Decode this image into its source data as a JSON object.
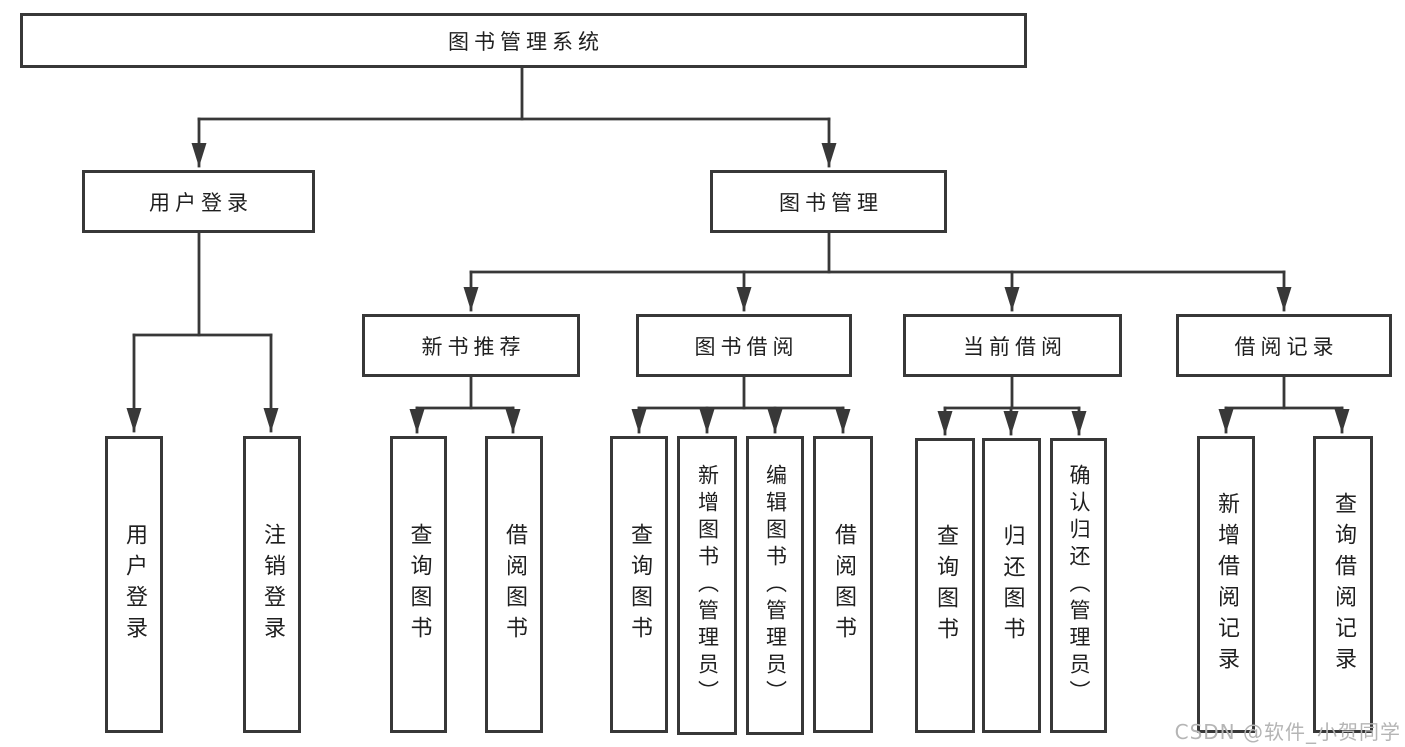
{
  "diagram_type": "hierarchy-tree",
  "colors": {
    "line": "#383838",
    "text": "#1f1f1f",
    "watermark": "#b5b5b5",
    "background": "#ffffff"
  },
  "tree": {
    "root": "图书管理系统",
    "user_login": {
      "label": "用户登录",
      "leaves": [
        "用户登录",
        "注销登录"
      ]
    },
    "book_management": {
      "label": "图书管理",
      "sections": [
        {
          "label": "新书推荐",
          "leaves": [
            "查询图书",
            "借阅图书"
          ]
        },
        {
          "label": "图书借阅",
          "leaves": [
            "查询图书",
            "新增图书（管理员）",
            "编辑图书（管理员）",
            "借阅图书"
          ]
        },
        {
          "label": "当前借阅",
          "leaves": [
            "查询图书",
            "归还图书",
            "确认归还（管理员）"
          ]
        },
        {
          "label": "借阅记录",
          "leaves": [
            "新增借阅记录",
            "查询借阅记录"
          ]
        }
      ]
    }
  },
  "watermark": {
    "text": "CSDN @软件_小贺同学"
  }
}
